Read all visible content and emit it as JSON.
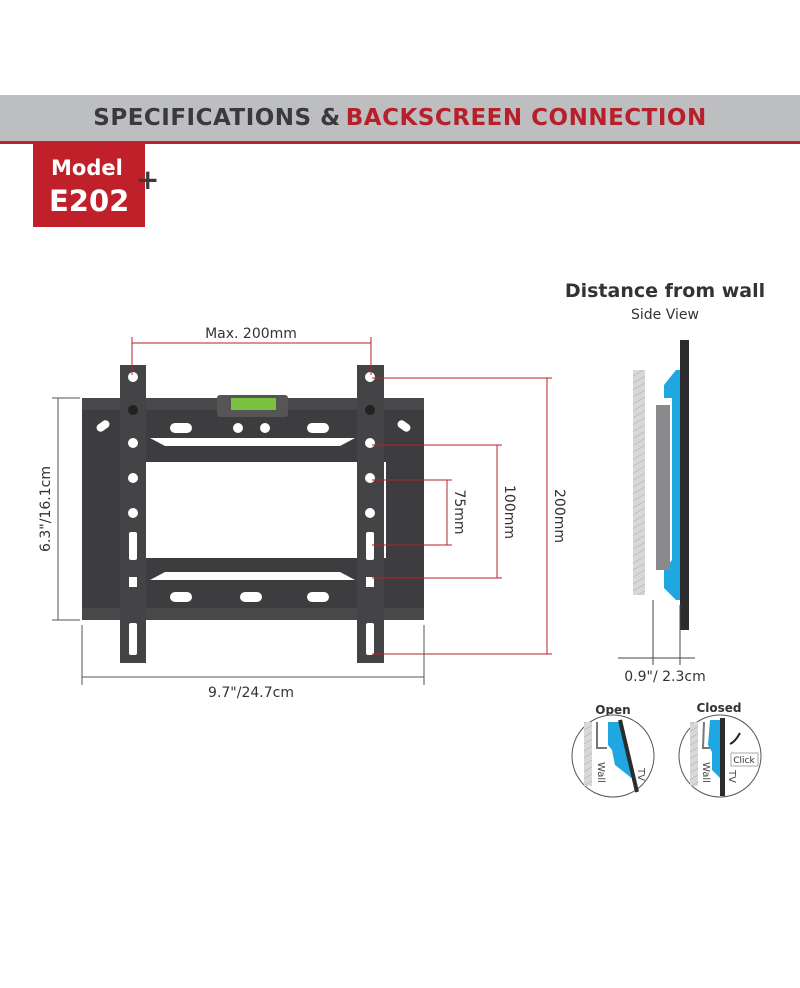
{
  "header": {
    "title_part1": "SPECIFICATIONS &",
    "title_part2": "BACKSCREEN CONNECTION"
  },
  "badge": {
    "label": "Model",
    "model": "E202",
    "plus": "+"
  },
  "bracket": {
    "max_width": "Max. 200mm",
    "height": "6.3\"/16.1cm",
    "width": "9.7\"/24.7cm",
    "vesa_200": "200mm",
    "vesa_100": "100mm",
    "vesa_75": "75mm"
  },
  "side_view": {
    "title": "Distance from wall",
    "subtitle": "Side View",
    "distance": "0.9\"/ 2.3cm"
  },
  "lock": {
    "open_label": "Open",
    "closed_label": "Closed",
    "wall": "Wall",
    "tv": "TV",
    "click": "Click"
  },
  "colors": {
    "accent": "#b7202b",
    "blue": "#1ea7e1",
    "dark": "#3a3a3c"
  }
}
